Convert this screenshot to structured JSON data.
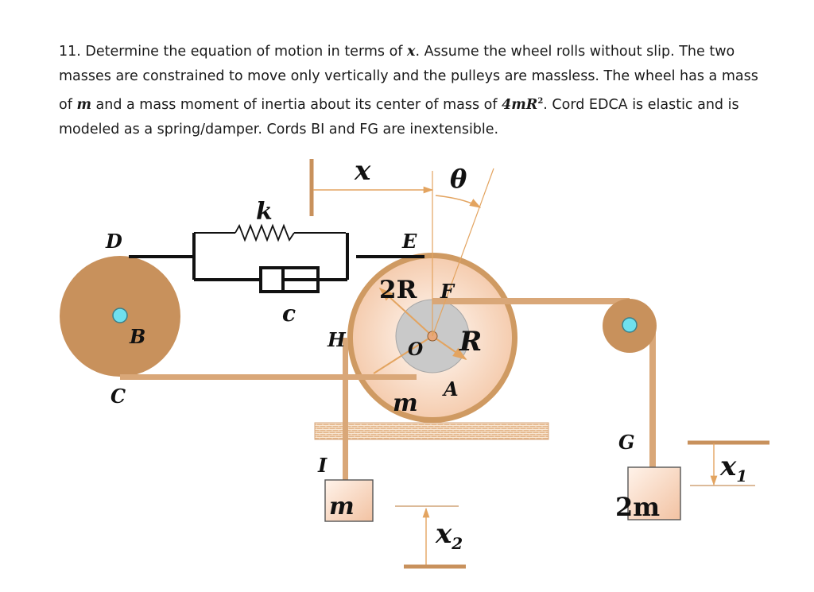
{
  "problem": {
    "s1": "11. Determine the equation of motion in terms of ",
    "v_x": "x",
    "s2": ". Assume the wheel rolls without slip. The two masses are constrained to move only vertically and the pulleys are massless. The wheel has a mass of ",
    "v_m": "m",
    "s3": " and a mass moment of inertia about its center of mass of ",
    "v_inertia": "4mR",
    "v_exp": "2",
    "s4": ". Cord EDCA is elastic and is modeled as a spring/damper. Cords BI and FG are inextensible."
  },
  "labels": {
    "x": "x",
    "theta": "θ",
    "k": "k",
    "c": "c",
    "D": "D",
    "E": "E",
    "B": "B",
    "C": "C",
    "two_R": "2R",
    "F": "F",
    "R": "R",
    "H": "H",
    "O": "O",
    "A": "A",
    "wheel_mass": "m",
    "I": "I",
    "mass1": "m",
    "x2": "x",
    "x2_sub": "2",
    "G": "G",
    "mass2": "2m",
    "x1": "x",
    "x1_sub": "1"
  },
  "colors": {
    "pulley": "#c8915c",
    "cord": "#d9a778",
    "wheel_rim": "#cf9a62",
    "wheel_face": "#f8dcc8",
    "hub": "#c9c9c9",
    "axle": "#6fe0ee",
    "ground": "#e3b58a",
    "block_edge": "#555555",
    "line": "#222222"
  }
}
